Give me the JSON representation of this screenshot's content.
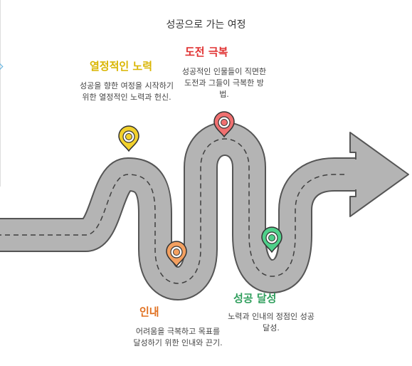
{
  "title": "성공으로 가는 여정",
  "colors": {
    "road": "#b0b0b0",
    "road_edge": "#555555",
    "dash": "#444444",
    "passion": "#d9b500",
    "challenge": "#e03131",
    "perseverance": "#e88a3c",
    "achievement": "#2f9e5c"
  },
  "stages": [
    {
      "id": "passion",
      "heading": "열정적인 노력",
      "description": "성공을 향한 여정을 시작하기 위한 열정적인 노력과 헌신.",
      "icon": "target-pin-icon"
    },
    {
      "id": "challenge",
      "heading": "도전 극복",
      "description": "성공적인 인물들이 직면한 도전과 그들이 극복한 방법.",
      "icon": "target-pin-icon"
    },
    {
      "id": "perseverance",
      "heading": "인내",
      "description": "어려움을 극복하고 목표를 달성하기 위한 인내와 끈기.",
      "icon": "target-pin-icon"
    },
    {
      "id": "achievement",
      "heading": "성공 달성",
      "description": "노력과 인내의 정점인 성공 달성.",
      "icon": "target-pin-icon"
    }
  ]
}
